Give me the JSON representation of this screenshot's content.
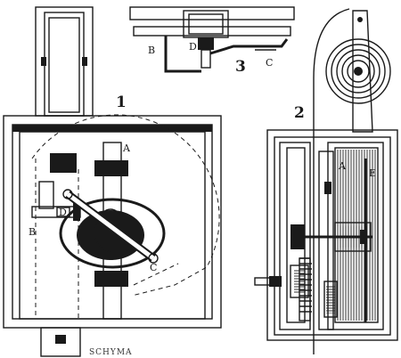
{
  "figures": [
    {
      "number": "1",
      "labels": {
        "a": "A",
        "b": "B",
        "c": "C",
        "d": "D"
      }
    },
    {
      "number": "2",
      "labels": {
        "a": "A",
        "e": "E"
      }
    },
    {
      "number": "3",
      "labels": {
        "b": "B",
        "c": "C",
        "d": "D"
      }
    }
  ],
  "engraver_signature": "SCHYMA"
}
